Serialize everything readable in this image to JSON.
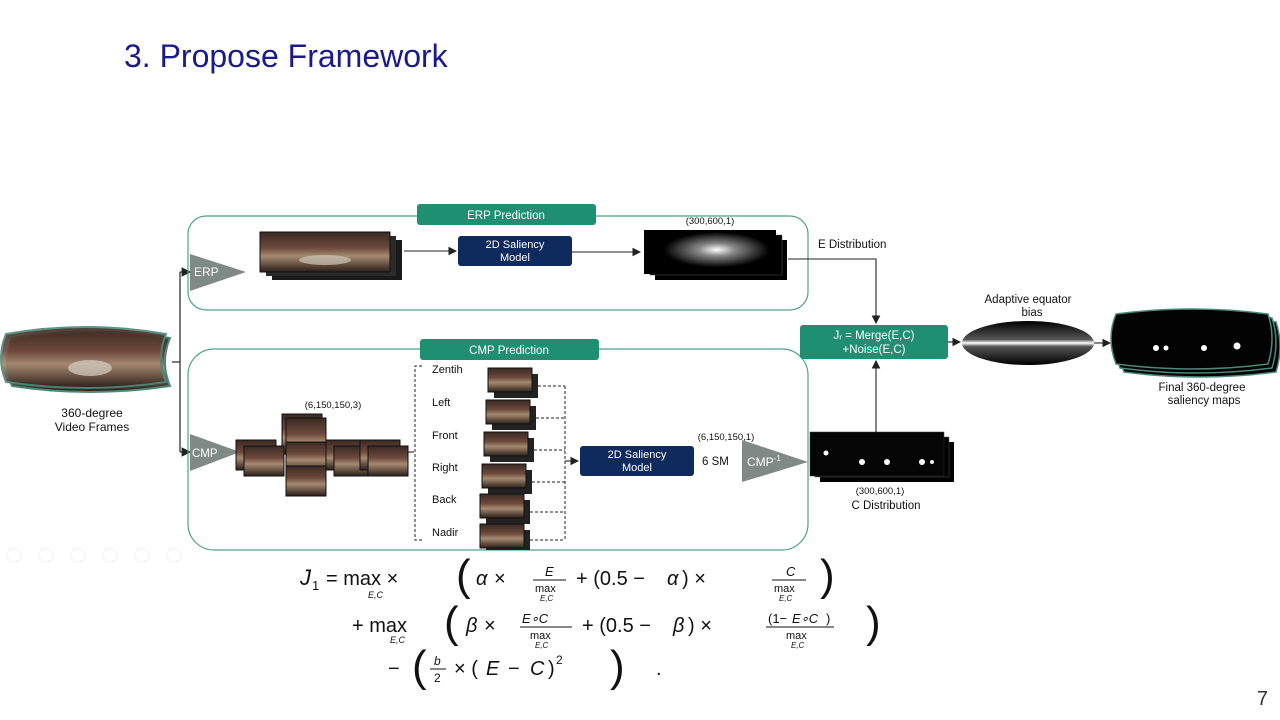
{
  "slide": {
    "title": "3. Propose Framework",
    "page_number": "7"
  },
  "diagram": {
    "input_label_line1": "360-degree",
    "input_label_line2": "Video Frames",
    "erp_panel_title": "ERP Prediction",
    "cmp_panel_title": "CMP Prediction",
    "erp_triangle": "ERP",
    "cmp_triangle": "CMP",
    "cmp_inverse_triangle": "CMP",
    "cmp_inverse_sup": "-1",
    "saliency_model_line1": "2D Saliency",
    "saliency_model_line2": "Model",
    "erp_output_shape": "(300,600,1)",
    "e_distribution": "E Distribution",
    "cmp_input_shape": "(6,150,150,3)",
    "faces": [
      "Zentih",
      "Left",
      "Front",
      "Right",
      "Back",
      "Nadir"
    ],
    "cmp_output_shape": "(6,150,150,1)",
    "six_sm": "6 SM",
    "c_output_shape": "(300,600,1)",
    "c_distribution": "C Distribution",
    "merge_line1": "Jᵣ = Merge(E,C)",
    "merge_line2": "+Noise(E,C)",
    "bias_label_line1": "Adaptive equator",
    "bias_label_line2": "bias",
    "final_label_line1": "Final 360-degree",
    "final_label_line2": "saliency maps"
  },
  "colors": {
    "title": "#1a1a8c",
    "teal": "#1f8f72",
    "navy": "#0f2a5c",
    "triangle": "#7f8a86"
  }
}
